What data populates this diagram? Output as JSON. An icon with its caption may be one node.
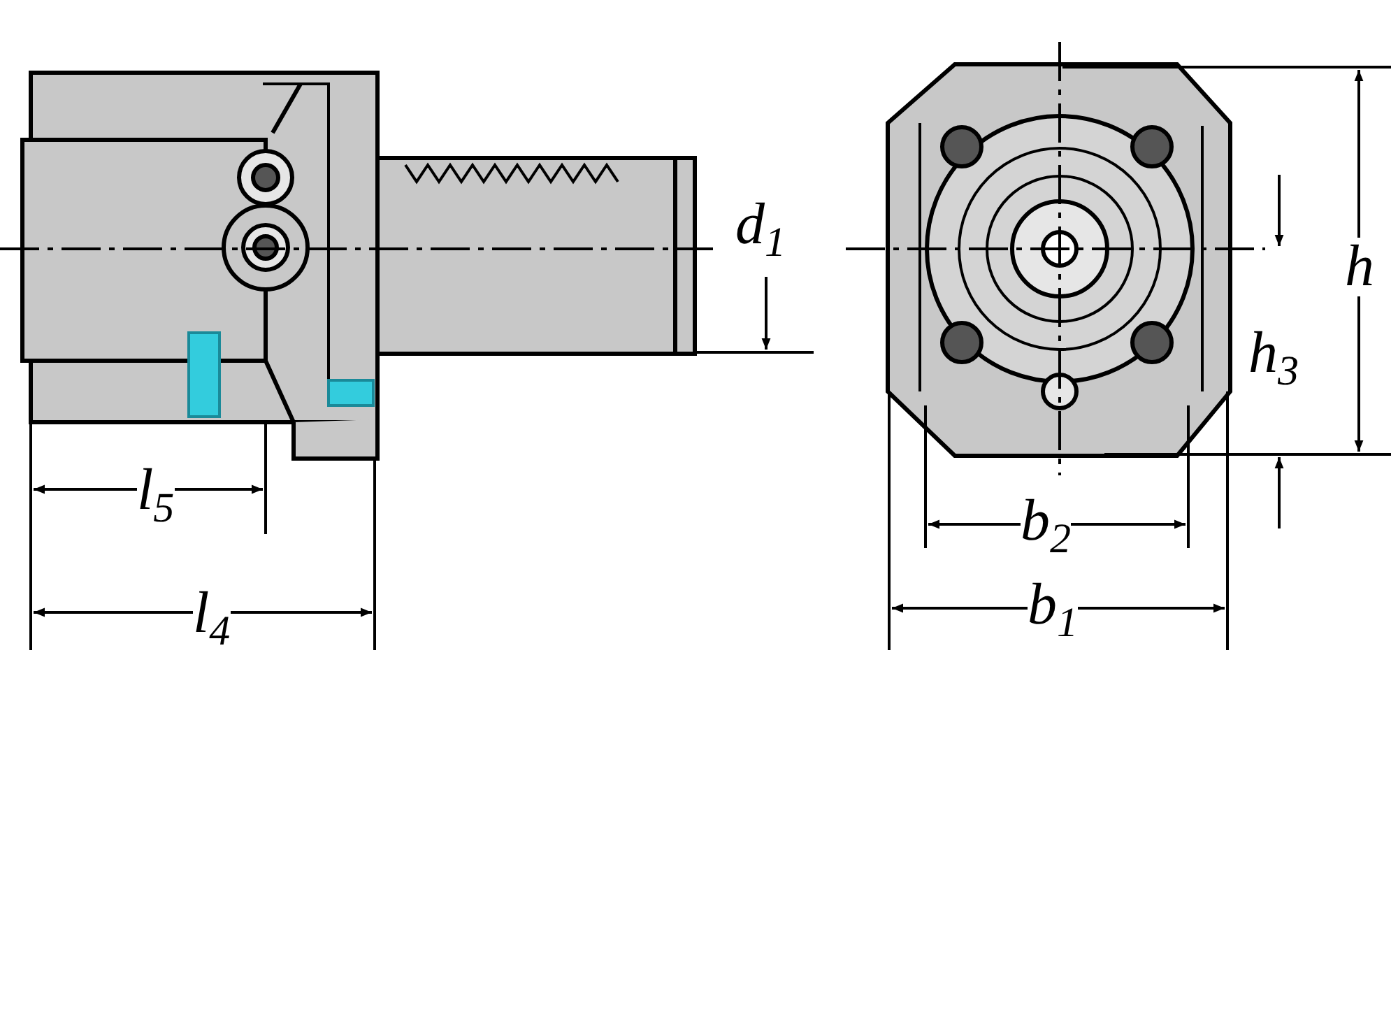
{
  "diagram": {
    "labels": [
      "d$_{1}$",
      "h",
      "h$_{3}$",
      "l$_{5}$",
      "b$_{2}$",
      "l$_{4}$",
      "b$_{1}$"
    ]
  }
}
